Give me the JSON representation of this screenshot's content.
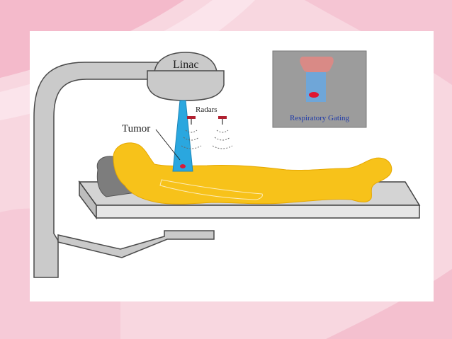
{
  "labels": {
    "linac": "Linac",
    "radars": "Radars",
    "tumor": "Tumor",
    "gating": "Respiratory Gating"
  },
  "colors": {
    "slide_background": "#f7d3dd",
    "panel": "#ffffff",
    "machine_gray": "#c9c9c9",
    "body_yellow": "#f7c21a",
    "beam_blue": "#2aa7df",
    "gating_box": "#9c9c9c",
    "tumor_red": "#d81b3a"
  }
}
